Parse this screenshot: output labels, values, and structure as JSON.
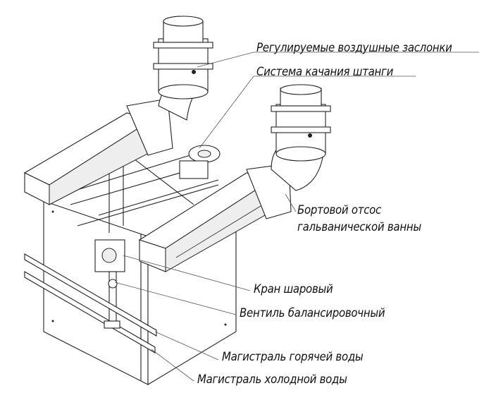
{
  "labels": {
    "dampers": "Регулируемые воздушные заслонки",
    "swing_system": "Система качания штанги",
    "side_exhaust_line1": "Бортовой отсос",
    "side_exhaust_line2": "гальванической ванны",
    "ball_valve": "Кран шаровый",
    "balancing_valve": "Вентиль балансировочный",
    "hot_water_main": "Магистраль горячей воды",
    "cold_water_main": "Магистраль холодной воды"
  }
}
